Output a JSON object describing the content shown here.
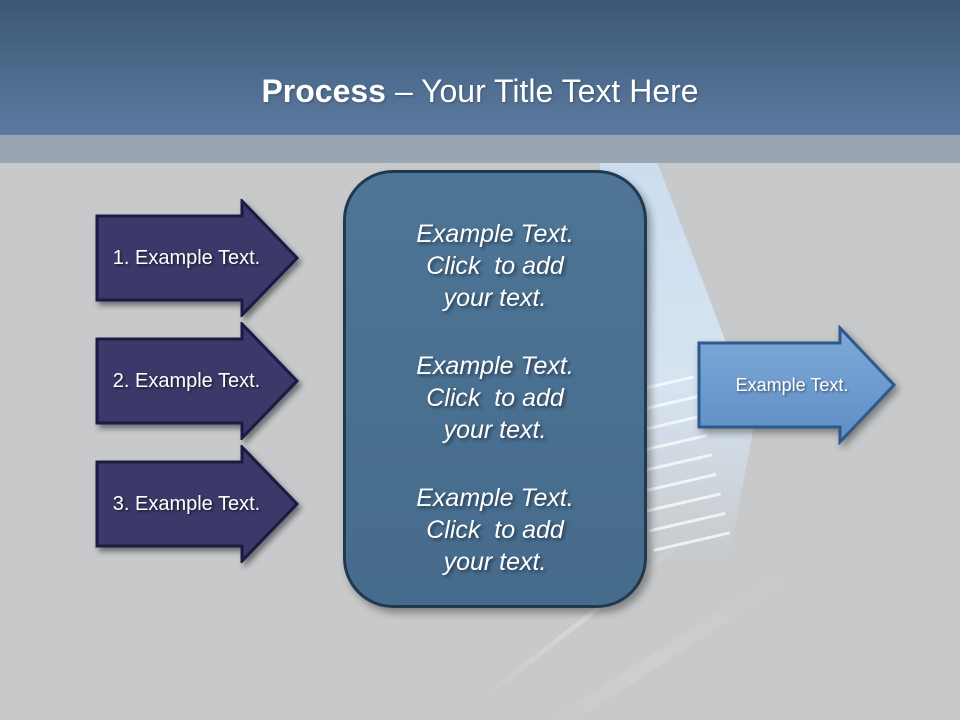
{
  "header": {
    "title_bold": "Process",
    "title_rest": "– Your Title Text Here"
  },
  "left_arrows": [
    {
      "label": "1. Example Text."
    },
    {
      "label": "2. Example Text."
    },
    {
      "label": "3. Example Text."
    }
  ],
  "panel": {
    "blocks": [
      {
        "lines": [
          "Example Text.",
          "Click  to add",
          "your text."
        ]
      },
      {
        "lines": [
          "Example Text.",
          "Click  to add",
          "your text."
        ]
      },
      {
        "lines": [
          "Example Text.",
          "Click  to add",
          "your text."
        ]
      }
    ]
  },
  "right_arrow": {
    "label": "Example Text."
  },
  "colors": {
    "header-top": "#3d5875",
    "header-bottom": "#5a7aa0",
    "band": "#9aa5b2",
    "bg": "#c7c9cb",
    "navy": "#3a3969",
    "navy-dark": "#1c1945",
    "panel-fill": "#4e7596",
    "panel-fill2": "#466b8c",
    "panel-border": "#20394f",
    "blue-light": "#7fa9d8",
    "blue-mid": "#5e8ec5",
    "blue-border": "#2d5a8c",
    "building": "#ccddee"
  }
}
